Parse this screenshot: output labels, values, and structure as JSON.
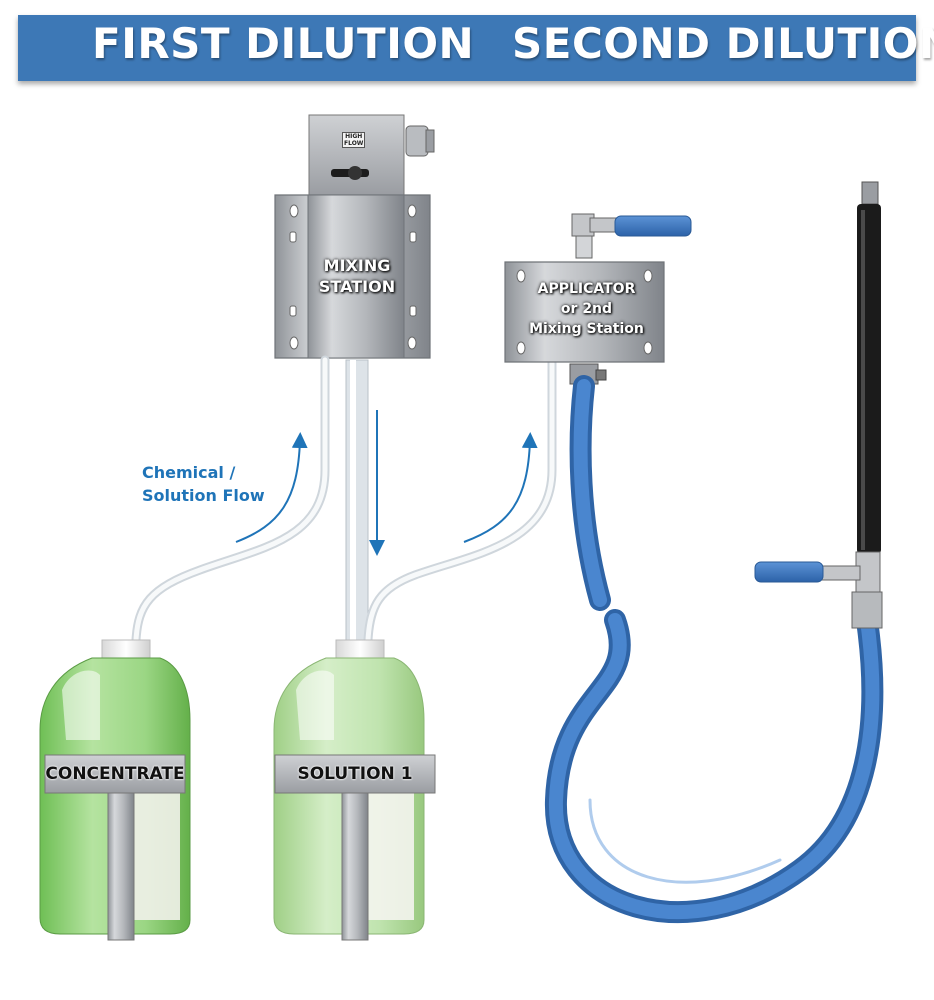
{
  "banner": {
    "first": "FIRST DILUTION",
    "second": "SECOND DILUTION"
  },
  "labels": {
    "mixing_station": [
      "MIXING",
      "STATION"
    ],
    "applicator": [
      "APPLICATOR",
      "or 2nd",
      "Mixing Station"
    ],
    "concentrate": "CONCENTRATE",
    "solution_1": "SOLUTION 1",
    "flow_annotation": [
      "Chemical /",
      "Solution Flow"
    ],
    "high_flow": [
      "HIGH",
      "FLOW"
    ]
  },
  "colors": {
    "banner": "#3d78b6",
    "hose_blue": "#3f79c0",
    "flow_arrow": "#1f74b8",
    "steel": "#b9bcc0",
    "liquid_green": "#9cd483"
  }
}
